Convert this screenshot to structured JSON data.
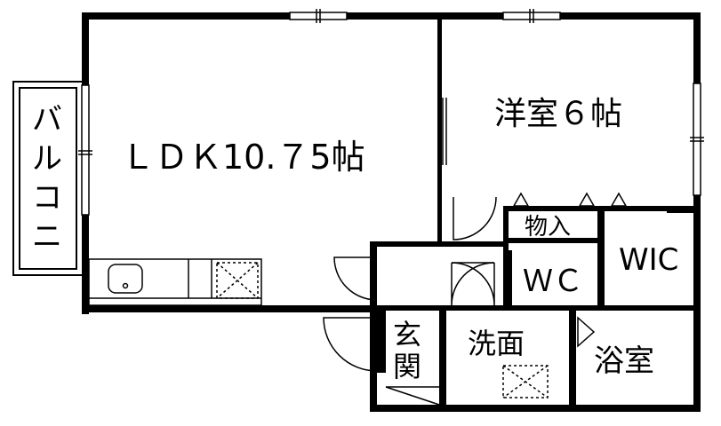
{
  "rooms": {
    "ldk": "ＬＤＫ10.７5帖",
    "western": "洋室６帖",
    "storage": "物入",
    "wic": "WIC",
    "wc": "ＷＣ",
    "washroom": "洗面",
    "bath": "浴室",
    "entrance_1": "玄",
    "entrance_2": "関",
    "balcony": [
      "バ",
      "ル",
      "コ",
      "ニ"
    ]
  }
}
